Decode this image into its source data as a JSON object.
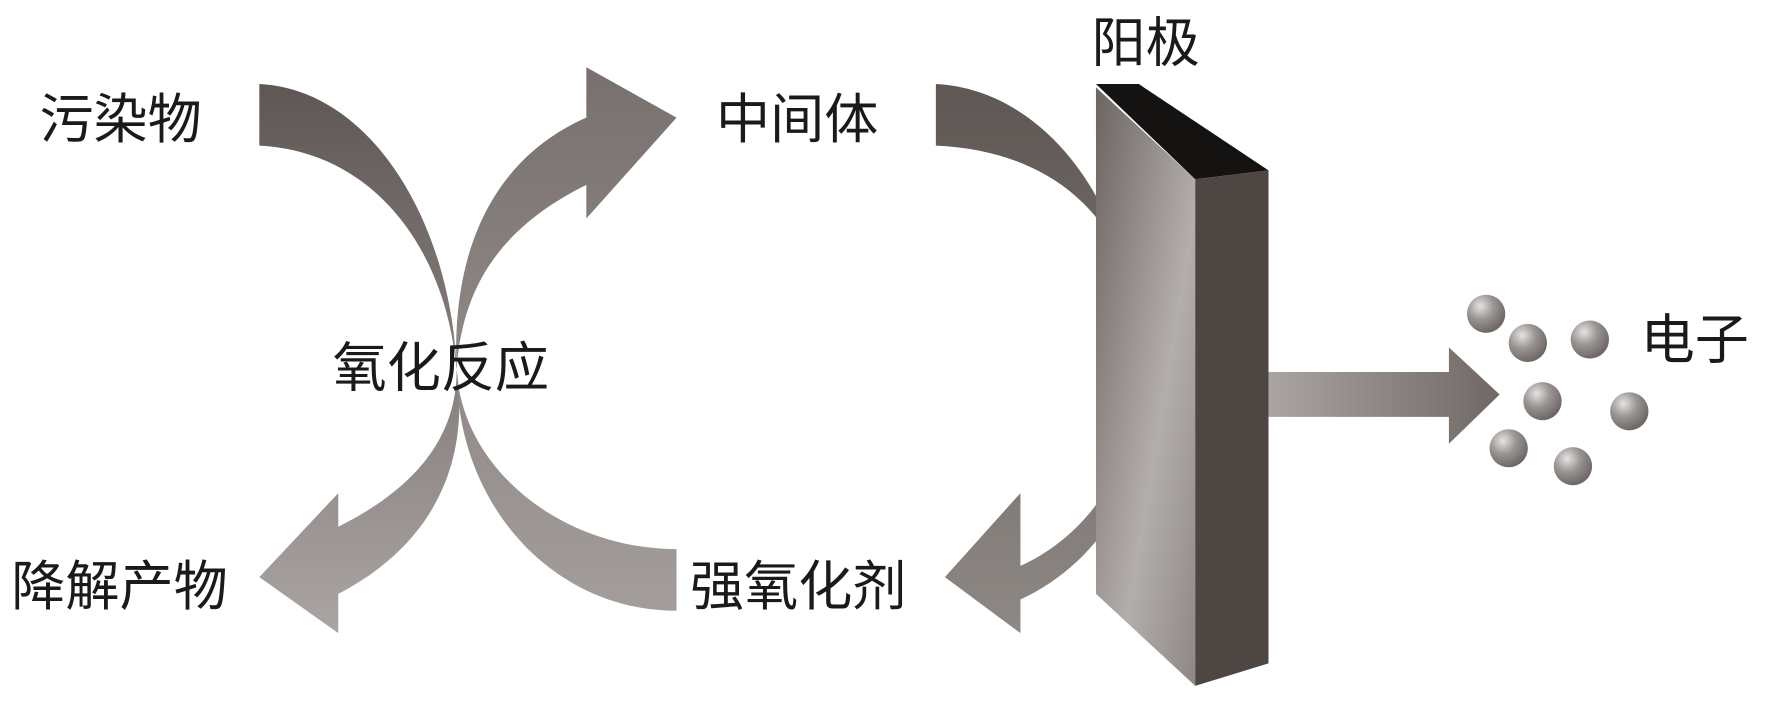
{
  "labels": {
    "pollutant": "污染物",
    "intermediate": "中间体",
    "anode": "阳极",
    "oxidation_reaction": "氧化反应",
    "electron": "电子",
    "degradation_product": "降解产物",
    "strong_oxidant": "强氧化剂"
  },
  "colors": {
    "arrow_dark": "#5e5754",
    "arrow_light": "#a49e9c",
    "anode_top": "#151212",
    "anode_side": "#4e4643",
    "ball": "#8f8a88"
  }
}
